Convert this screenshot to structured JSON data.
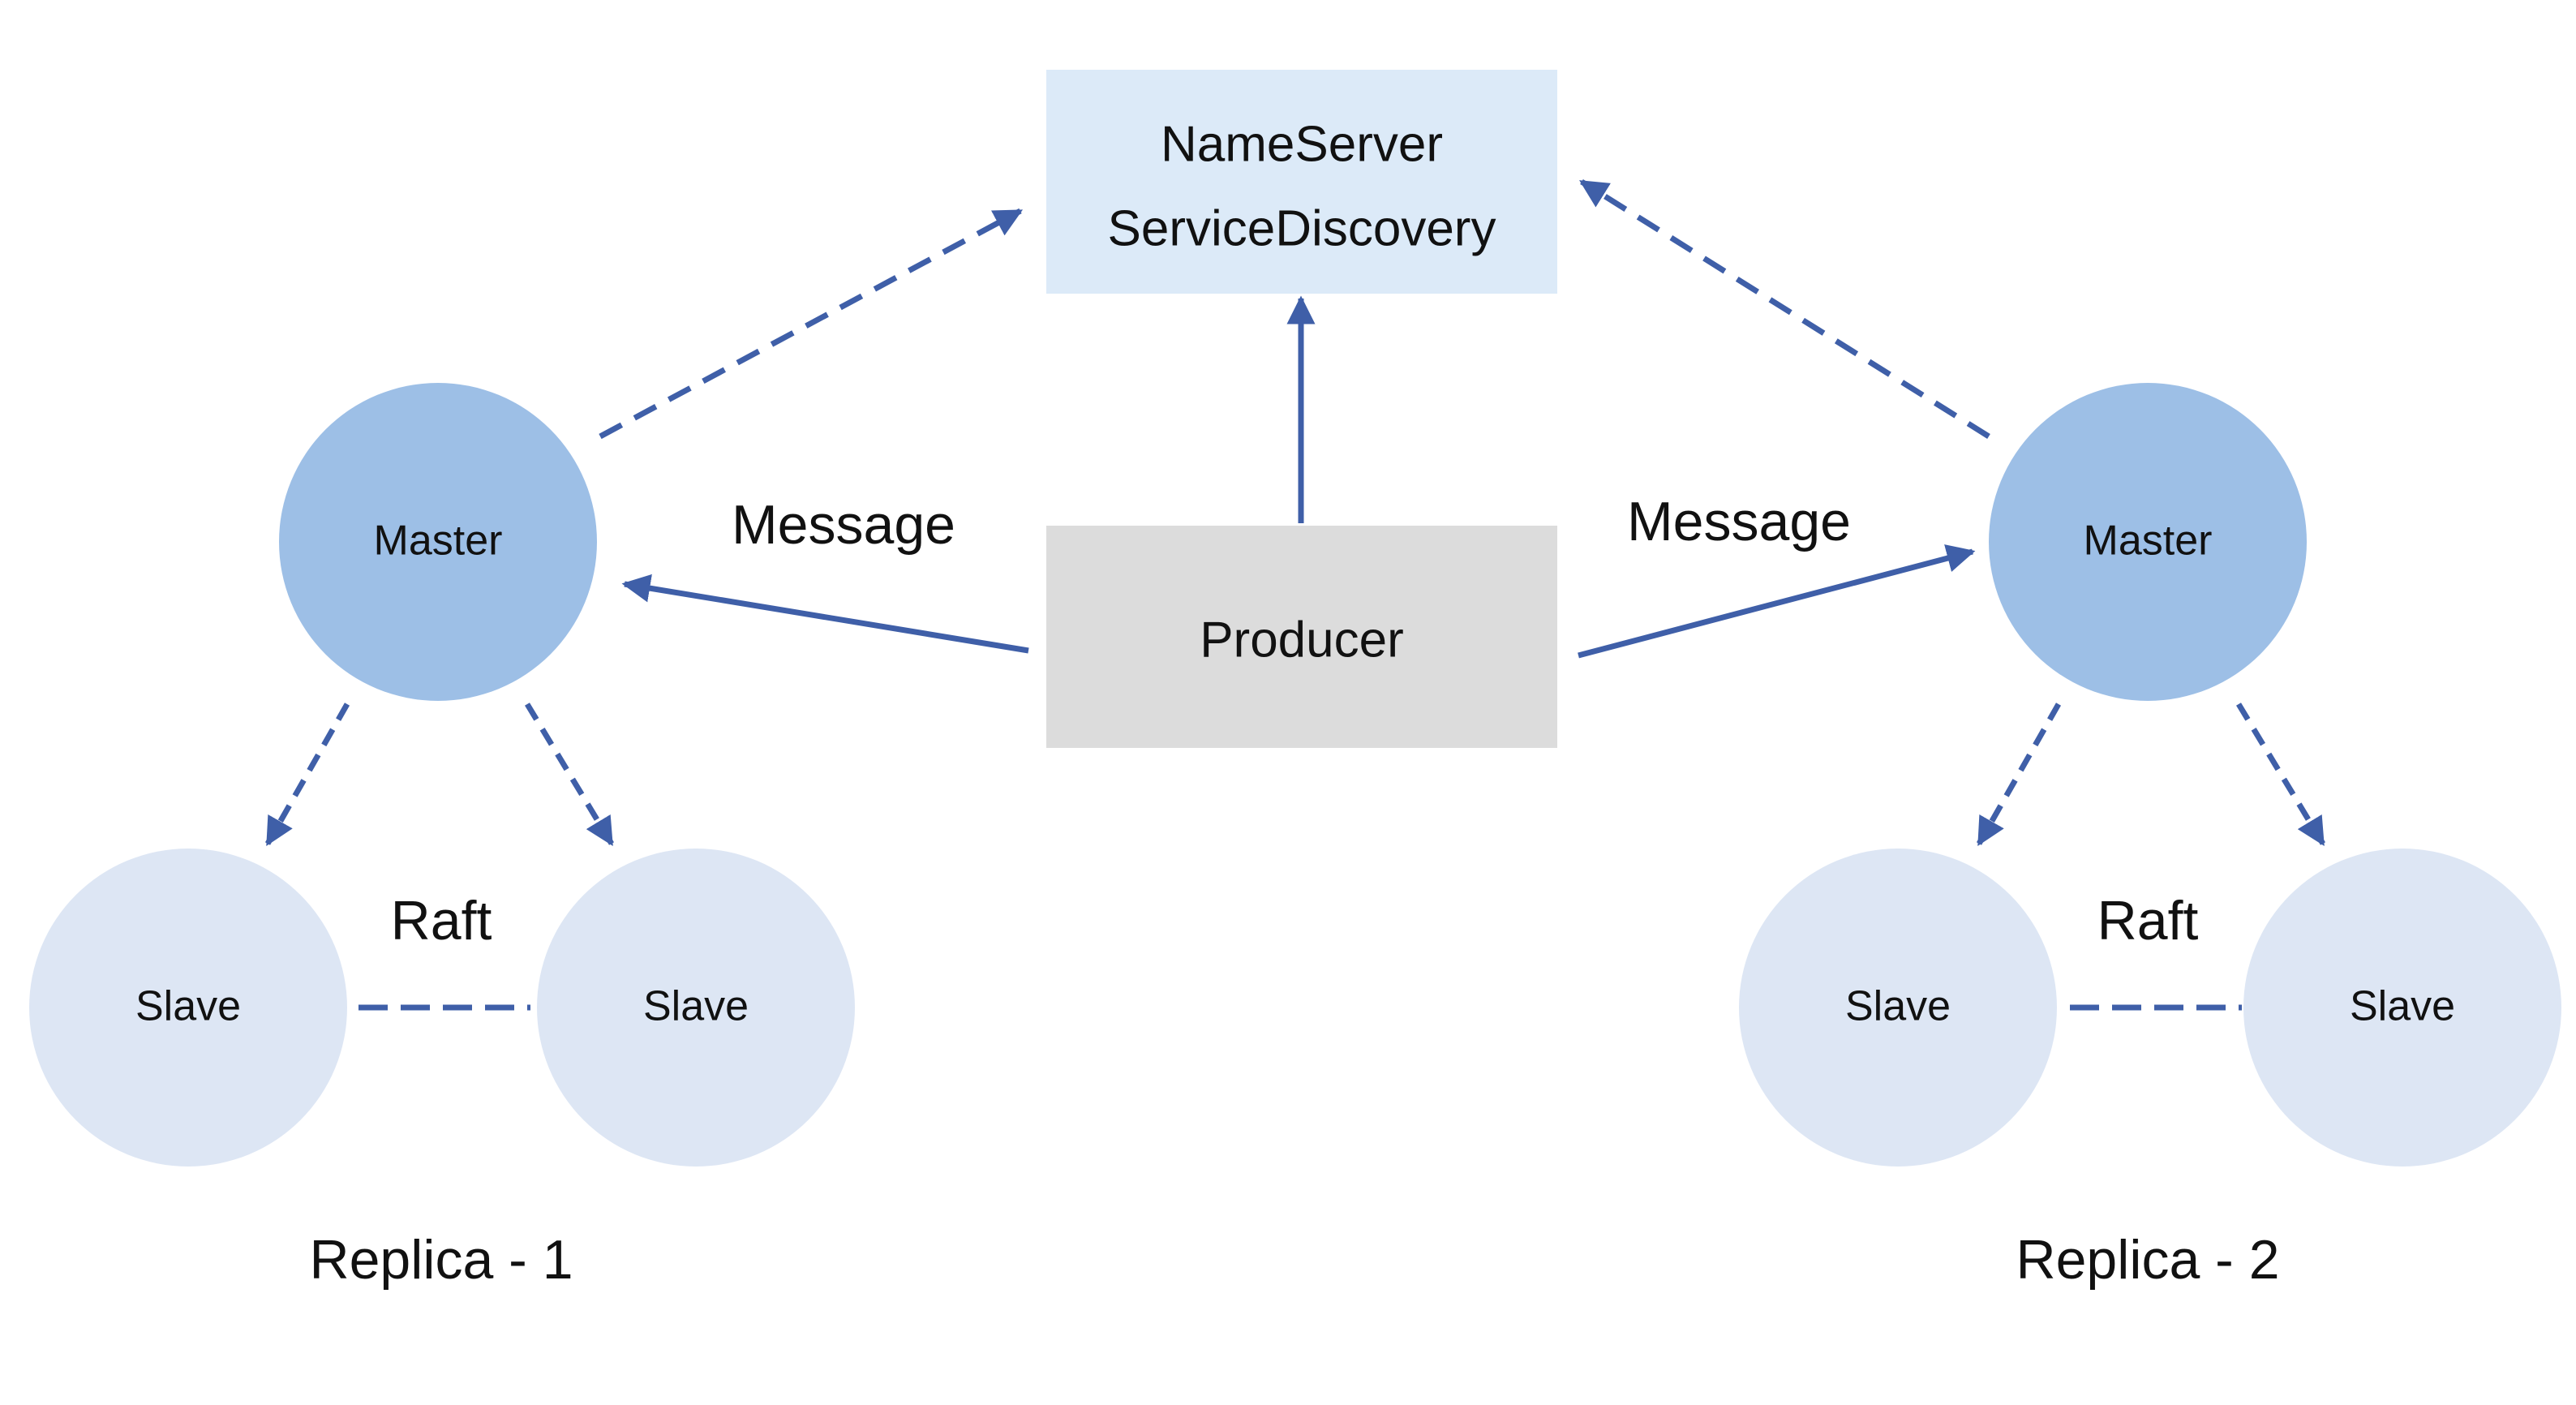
{
  "colors": {
    "edge": "#3F5FA8",
    "master_fill": "#9DBFE6",
    "slave_fill": "#DDE6F4",
    "nameserver_fill": "#DCEAF8",
    "producer_fill": "#DCDCDC"
  },
  "nodes": {
    "nameserver": {
      "line1": "NameServer",
      "line2": "ServiceDiscovery"
    },
    "producer": {
      "label": "Producer"
    },
    "master_left": {
      "label": "Master"
    },
    "master_right": {
      "label": "Master"
    },
    "slave_left_a": {
      "label": "Slave"
    },
    "slave_left_b": {
      "label": "Slave"
    },
    "slave_right_a": {
      "label": "Slave"
    },
    "slave_right_b": {
      "label": "Slave"
    }
  },
  "edge_labels": {
    "message_left": "Message",
    "message_right": "Message",
    "raft_left": "Raft",
    "raft_right": "Raft"
  },
  "groups": {
    "replica_left": "Replica - 1",
    "replica_right": "Replica - 2"
  }
}
